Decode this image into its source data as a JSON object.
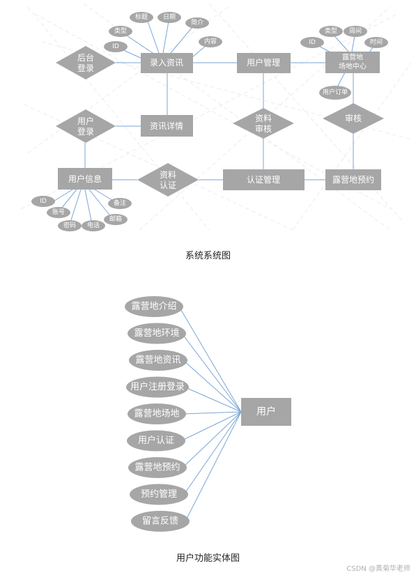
{
  "er": {
    "attr_texts": {
      "title_attr": "标题",
      "date_attr": "日期",
      "type_attr": "类型",
      "brief_attr": "简介",
      "id_attr": "ID",
      "content_attr": "内容",
      "camp_type": "类型",
      "camp_week": "周间",
      "camp_id": "ID",
      "camp_time": "时间",
      "user_order": "用户订单",
      "ui_id": "ID",
      "ui_account": "账号",
      "ui_password": "密码",
      "ui_phone": "电话",
      "ui_email": "邮箱",
      "ui_note": "备注"
    },
    "entities": {
      "record_news": "录入资讯",
      "user_manage": "用户管理",
      "camp_center": [
        "露营地",
        "场地中心"
      ],
      "news_detail": "资讯详情",
      "user_info": "用户信息",
      "auth_manage": "认证管理",
      "camp_booking": "露营地预约"
    },
    "relations": {
      "admin_login": [
        "后台",
        "登录"
      ],
      "user_login": [
        "用户",
        "登录"
      ],
      "data_review": [
        "资料",
        "审核"
      ],
      "review": [
        "审核"
      ],
      "data_auth": [
        "资料",
        "认证"
      ]
    }
  },
  "user_diagram": {
    "center": "用户",
    "items": [
      "露营地介绍",
      "露营地环境",
      "露营地资讯",
      "用户注册登录",
      "露营地场地",
      "用户认证",
      "露营地预约",
      "预约管理",
      "留言反馈"
    ]
  },
  "captions": {
    "system": "系统系统图",
    "user": "用户功能实体图"
  },
  "watermark": "CSDN @黄菊华老师",
  "colors": {
    "shape_fill": "#a6a6a6",
    "line": "#7aa6d6",
    "bg_lines": "#ececec",
    "text_light": "#ffffff"
  }
}
